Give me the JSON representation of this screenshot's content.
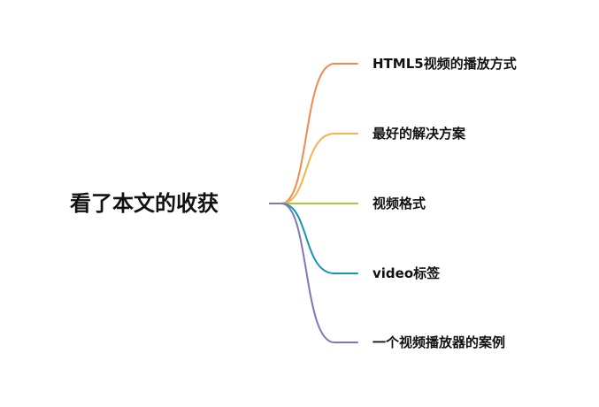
{
  "root": {
    "label": "看了本文的收获"
  },
  "branches": [
    {
      "label": "HTML5视频的播放方式",
      "color": "#F08A4B"
    },
    {
      "label": "最好的解决方案",
      "color": "#F7B24A"
    },
    {
      "label": "视频格式",
      "color": "#B7C23A"
    },
    {
      "label": "video标签",
      "color": "#1396B4"
    },
    {
      "label": "一个视频播放器的案例",
      "color": "#7E78B8"
    }
  ]
}
